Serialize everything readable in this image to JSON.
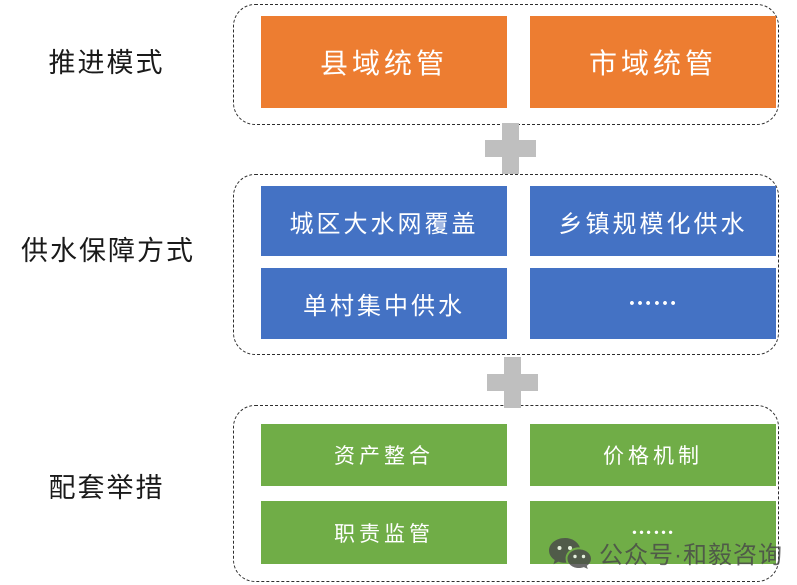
{
  "rows": [
    {
      "label": "推进模式",
      "color": "#ED7D31",
      "items": [
        "县域统管",
        "市域统管"
      ]
    },
    {
      "label": "供水保障方式",
      "color": "#4472C4",
      "items": [
        "城区大水网覆盖",
        "乡镇规模化供水",
        "单村集中供水",
        "……"
      ]
    },
    {
      "label": "配套举措",
      "color": "#70AD47",
      "items": [
        "资产整合",
        "价格机制",
        "职责监管",
        "……"
      ]
    }
  ],
  "colors": {
    "orange": "#ED7D31",
    "blue": "#4472C4",
    "green": "#70AD47",
    "plus": "#BFBFBF"
  },
  "watermark": {
    "icon": "wechat-icon",
    "text": "公众号·和毅咨询"
  }
}
